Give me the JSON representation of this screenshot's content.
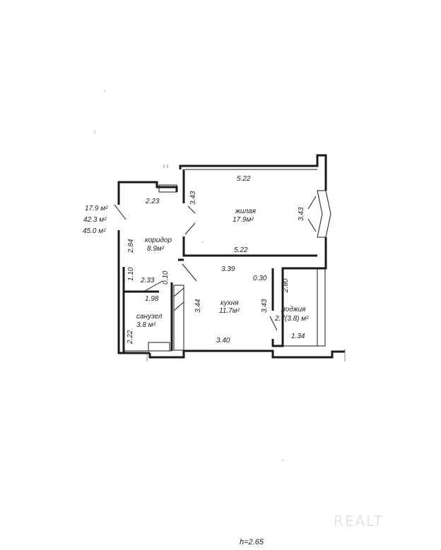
{
  "totals": [
    "17.9 м²",
    "42.3 м²",
    "45.0 м²"
  ],
  "rooms": {
    "living": {
      "name": "жилая",
      "area": "17.9м²"
    },
    "corridor": {
      "name": "коридор",
      "area": "8.9м²"
    },
    "kitchen": {
      "name": "кухня",
      "area": "11.7м²"
    },
    "bathroom": {
      "name": "санузел",
      "area": "3.8 м²"
    },
    "loggia": {
      "name": "лоджия",
      "area": "2.7(3.8) м²"
    }
  },
  "dimensions": {
    "living_top": "5.22",
    "living_bottom": "5.22",
    "living_left": "3.43",
    "living_right": "3.43",
    "corridor_top": "2.23",
    "corridor_left": "2.84",
    "kitchen_top": "3.39",
    "kitchen_bottom": "3.40",
    "kitchen_left": "3.44",
    "kitchen_right": "3.43",
    "bath_top": "2.33",
    "bath_niche": "0.10",
    "bath_bottom": "1.98",
    "bath_left": "2.22",
    "left_small": "1.10",
    "loggia_wall": "0.30",
    "loggia_depth": "2.80",
    "loggia_width": "1.34"
  },
  "ceiling_height": "h=2.65",
  "watermark": "REALT"
}
